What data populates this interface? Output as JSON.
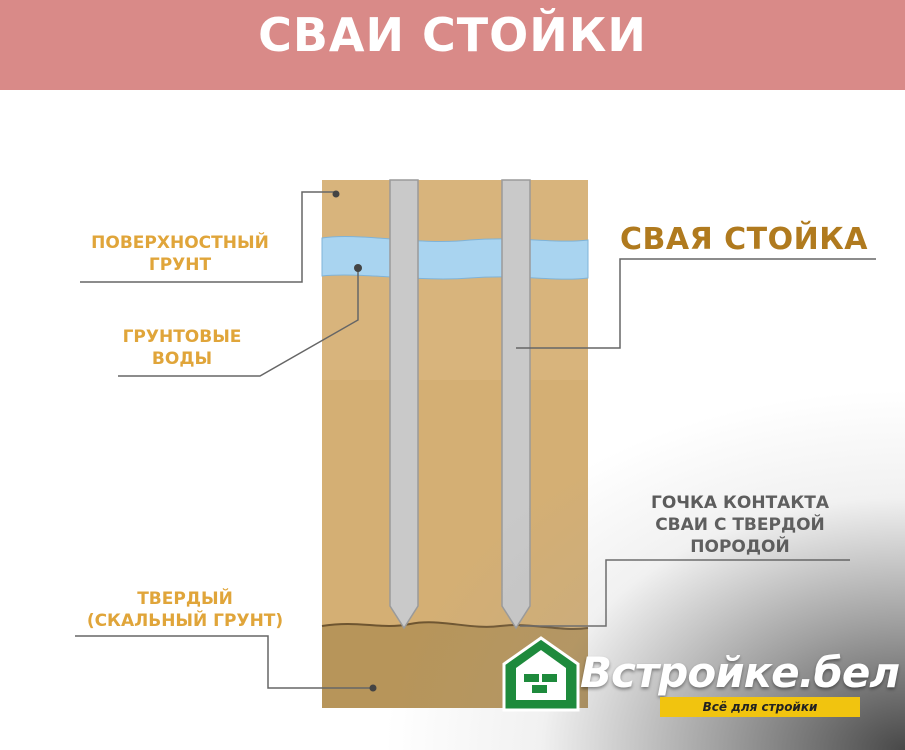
{
  "header": {
    "title": "СВАИ СТОЙКИ"
  },
  "labels": {
    "surface_soil": [
      "ПОВЕРХНОСТНЫЙ",
      "ГРУНТ"
    ],
    "groundwater": [
      "ГРУНТОВЫЕ",
      "ВОДЫ"
    ],
    "pile": "СВАЯ СТОЙКА",
    "contact_point": [
      "ГОЧКА КОНТАКТА",
      "СВАИ С ТВЕРДОЙ",
      "ПОРОДОЙ"
    ],
    "hard_soil": [
      "ТВЕРДЫЙ",
      "(СКАЛЬНЫЙ ГРУНТ)"
    ]
  },
  "colors": {
    "header": "#d98a88",
    "soil": "#d8b47c",
    "rock": "#b7955a",
    "water": "#a9d4f0",
    "pile": "#c9c9c9",
    "label": "#e0a53a",
    "pile_label": "#b07a1e",
    "logo_green": "#1e8a3c",
    "tagline_bar": "#f1c40f"
  },
  "logo": {
    "icon": "house-bricks-icon",
    "brand": "Встройке.бел",
    "tagline": "Всё для стройки"
  }
}
